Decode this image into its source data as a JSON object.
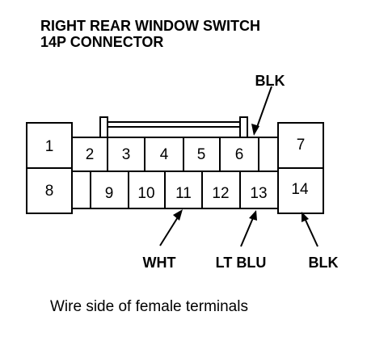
{
  "title": {
    "line1": "RIGHT REAR WINDOW SWITCH",
    "line2": "14P CONNECTOR"
  },
  "terminals": {
    "t1": "1",
    "t2": "2",
    "t3": "3",
    "t4": "4",
    "t5": "5",
    "t6": "6",
    "t7": "7",
    "t8": "8",
    "t9": "9",
    "t10": "10",
    "t11": "11",
    "t12": "12",
    "t13": "13",
    "t14": "14"
  },
  "wire_labels": {
    "top": "BLK",
    "wht": "WHT",
    "lt_blu": "LT BLU",
    "blk": "BLK"
  },
  "caption": "Wire side of female terminals"
}
